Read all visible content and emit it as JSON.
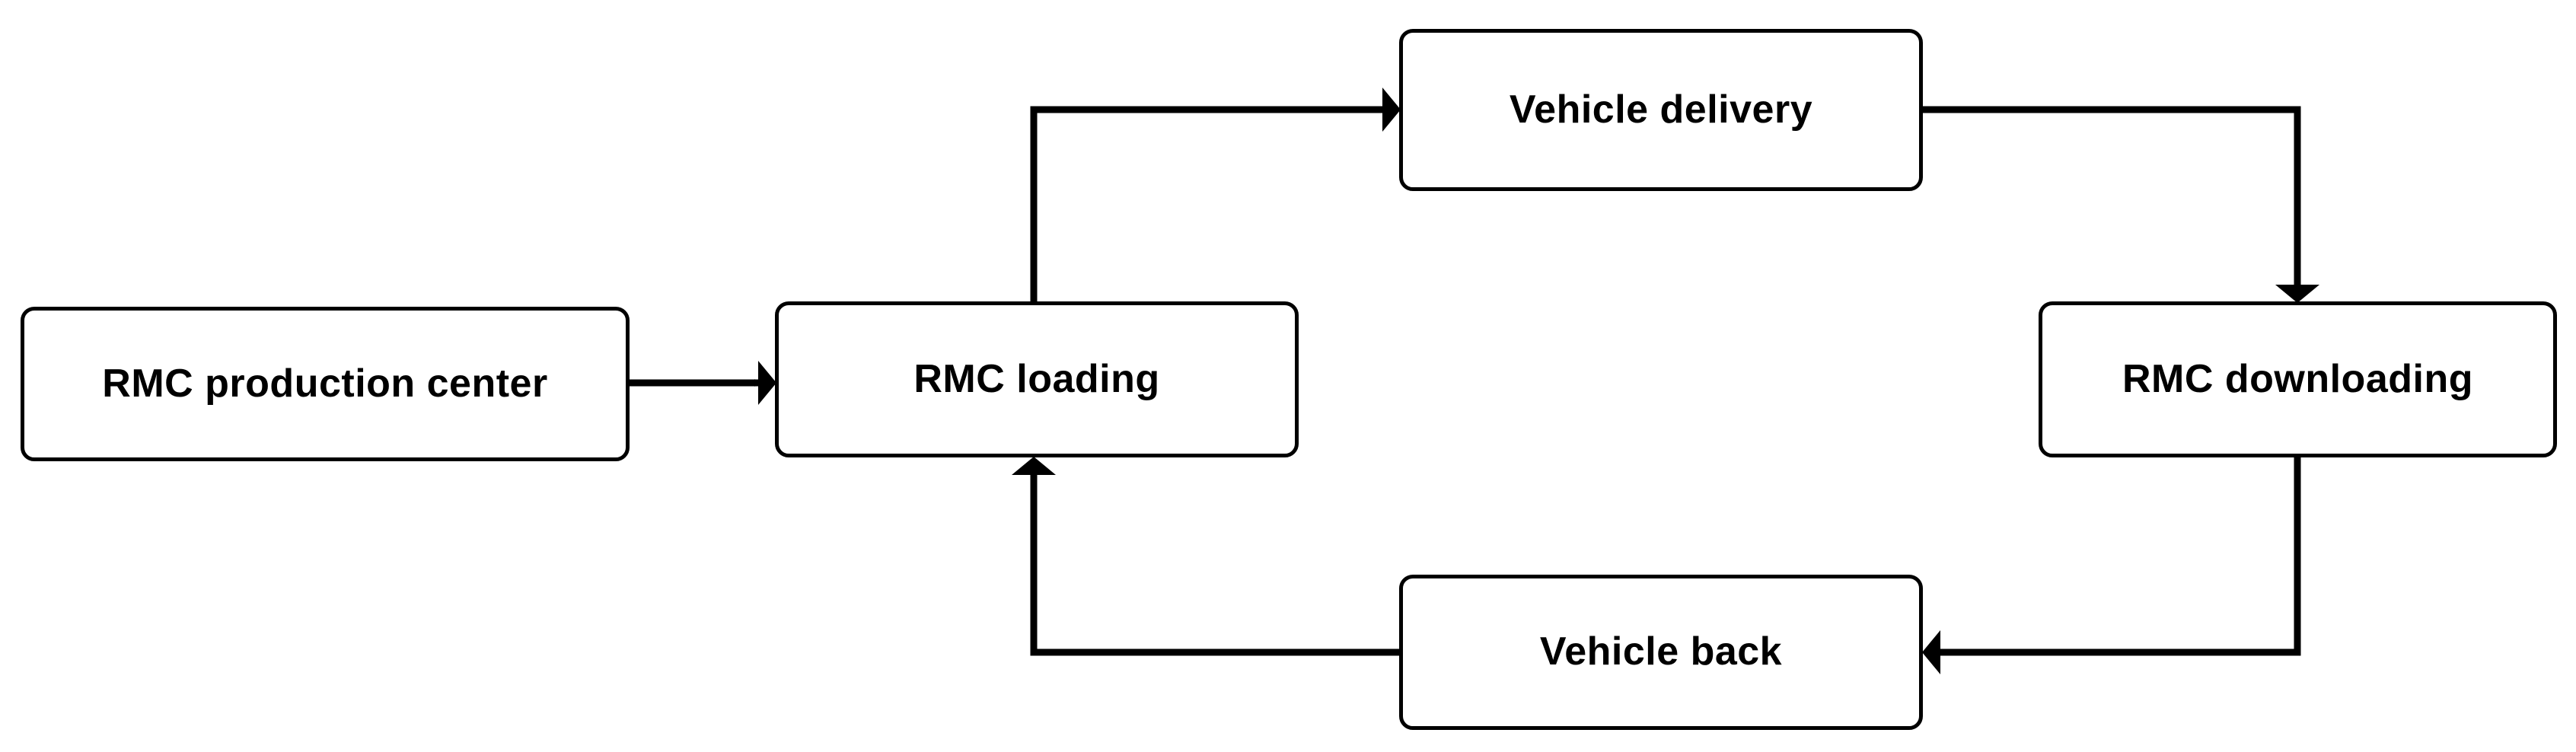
{
  "diagram": {
    "title": "RMC delivery cycle flowchart",
    "type": "flowchart",
    "background_color": "#ffffff",
    "stroke_color": "#000000",
    "fill_color": "#ffffff",
    "nodes": [
      {
        "id": "rmc-production-center",
        "label": "RMC production center"
      },
      {
        "id": "rmc-loading",
        "label": "RMC loading"
      },
      {
        "id": "vehicle-delivery",
        "label": "Vehicle  delivery"
      },
      {
        "id": "rmc-downloading",
        "label": "RMC downloading"
      },
      {
        "id": "vehicle-back",
        "label": "Vehicle  back"
      }
    ],
    "edges": [
      {
        "id": "edge-production-to-loading",
        "from": "rmc-production-center",
        "to": "rmc-loading",
        "label": ""
      },
      {
        "id": "edge-loading-to-delivery",
        "from": "rmc-loading",
        "to": "vehicle-delivery",
        "label": ""
      },
      {
        "id": "edge-delivery-to-downloading",
        "from": "vehicle-delivery",
        "to": "rmc-downloading",
        "label": ""
      },
      {
        "id": "edge-downloading-to-back",
        "from": "rmc-downloading",
        "to": "vehicle-back",
        "label": ""
      },
      {
        "id": "edge-back-to-loading",
        "from": "vehicle-back",
        "to": "rmc-loading",
        "label": ""
      }
    ]
  }
}
